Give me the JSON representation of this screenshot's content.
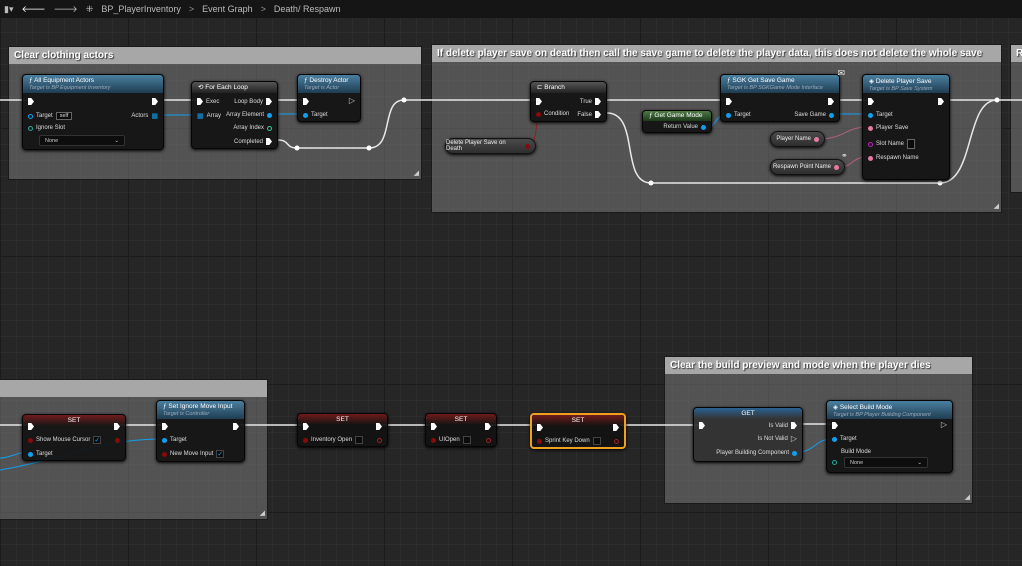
{
  "toolbar": {
    "blueprint": "BP_PlayerInventory",
    "graph": "Event Graph",
    "subgraph": "Death/ Respawn",
    "sep": ">"
  },
  "comments": {
    "clothing": "Clear clothing actors",
    "save": "If delete player save on death then call the save game to delete the player data, this does not delete the whole save",
    "partial": "R",
    "build": "Clear the build preview and mode when the player dies"
  },
  "nodes": {
    "all_equipment": {
      "title": "All Equipment Actors",
      "subtitle": "Target is BP Equipment Inventory",
      "target": "Target",
      "target_value": "self",
      "actors": "Actors",
      "ignore_slot": "Ignore Slot",
      "ignore_slot_value": "None"
    },
    "for_each": {
      "title": "For Each Loop",
      "exec": "Exec",
      "loop_body": "Loop Body",
      "array": "Array",
      "array_element": "Array Element",
      "array_index": "Array Index",
      "completed": "Completed"
    },
    "destroy": {
      "title": "Destroy Actor",
      "subtitle": "Target is Actor",
      "target": "Target"
    },
    "branch": {
      "title": "Branch",
      "true": "True",
      "condition": "Condition",
      "false": "False"
    },
    "delete_on_death": {
      "label": "Delete Player Save on Death"
    },
    "get_game_mode": {
      "title": "Get Game Mode",
      "return": "Return Value"
    },
    "sgk_get_save": {
      "title": "SGK Get Save Game",
      "subtitle": "Target is BP SGKGame Mode Interface",
      "target": "Target",
      "save_game": "Save Game"
    },
    "delete_player_save": {
      "title": "Delete Player Save",
      "subtitle": "Target is BP Save System",
      "target": "Target",
      "player_save": "Player Save",
      "slot_name": "Slot Name",
      "respawn_name": "Respawn Name"
    },
    "player_name": {
      "label": "Player Name"
    },
    "respawn_point": {
      "label": "Respawn Point Name"
    },
    "set_cursor": {
      "title": "SET",
      "field": "Show Mouse Cursor",
      "checked": true,
      "target": "Target"
    },
    "ignore_move": {
      "title": "Set Ignore Move Input",
      "subtitle": "Target is Controller",
      "target": "Target",
      "new_move": "New Move Input",
      "checked": true
    },
    "set_inventory": {
      "title": "SET",
      "field": "Inventory Open",
      "checked": false
    },
    "set_uiopen": {
      "title": "SET",
      "field": "UIOpen",
      "checked": false
    },
    "set_sprint": {
      "title": "SET",
      "field": "Sprint Key Down",
      "checked": false
    },
    "get_valid": {
      "title": "GET",
      "is_valid": "Is Valid",
      "is_not_valid": "Is Not Valid",
      "component": "Player Building Component"
    },
    "select_build": {
      "title": "Select Build Mode",
      "subtitle": "Target is BP Player Building Component",
      "target": "Target",
      "build_mode": "Build Mode",
      "build_mode_value": "None"
    }
  },
  "colors": {
    "exec": "#ffffff",
    "object": "#10a0f0",
    "bool": "#8a0a0a",
    "string": "#e57aa4",
    "selected": "#f0a020"
  }
}
